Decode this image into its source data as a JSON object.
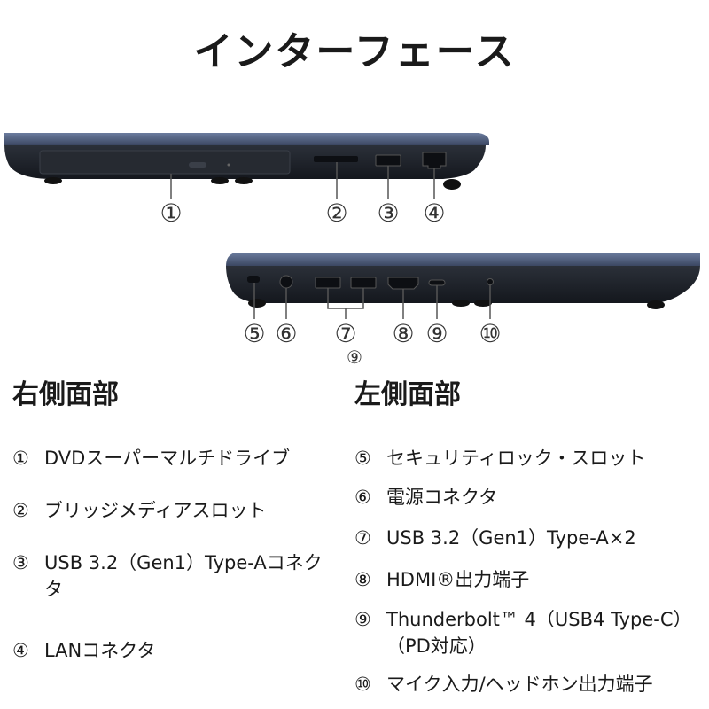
{
  "page": {
    "title": "インターフェース"
  },
  "illustration": {
    "top_callouts": [
      "①",
      "②",
      "③",
      "④"
    ],
    "bottom_callouts": [
      "⑤",
      "⑥",
      "⑦",
      "⑧",
      "⑨",
      "⑩"
    ],
    "bottom_extra_callout": "⑨"
  },
  "right_side": {
    "heading": "右側面部",
    "items": [
      {
        "num": "①",
        "text": "DVDスーパーマルチドライブ"
      },
      {
        "num": "②",
        "text": "ブリッジメディアスロット"
      },
      {
        "num": "③",
        "text": "USB 3.2（Gen1）Type-Aコネクタ"
      },
      {
        "num": "④",
        "text": "LANコネクタ"
      }
    ]
  },
  "left_side": {
    "heading": "左側面部",
    "items": [
      {
        "num": "⑤",
        "text": "セキュリティロック・スロット"
      },
      {
        "num": "⑥",
        "text": "電源コネクタ"
      },
      {
        "num": "⑦",
        "text": "USB 3.2（Gen1）Type-A×2"
      },
      {
        "num": "⑧",
        "text": "HDMI®出力端子"
      },
      {
        "num": "⑨",
        "text": "Thunderbolt™ 4（USB4 Type-C）（PD対応）"
      },
      {
        "num": "⑩",
        "text": "マイク入力/ヘッドホン出力端子"
      }
    ]
  },
  "colors": {
    "chassis_top": "#4a5a78",
    "chassis_body": "#1f232b",
    "port": "#0d0f13",
    "callout_line": "#555555"
  }
}
